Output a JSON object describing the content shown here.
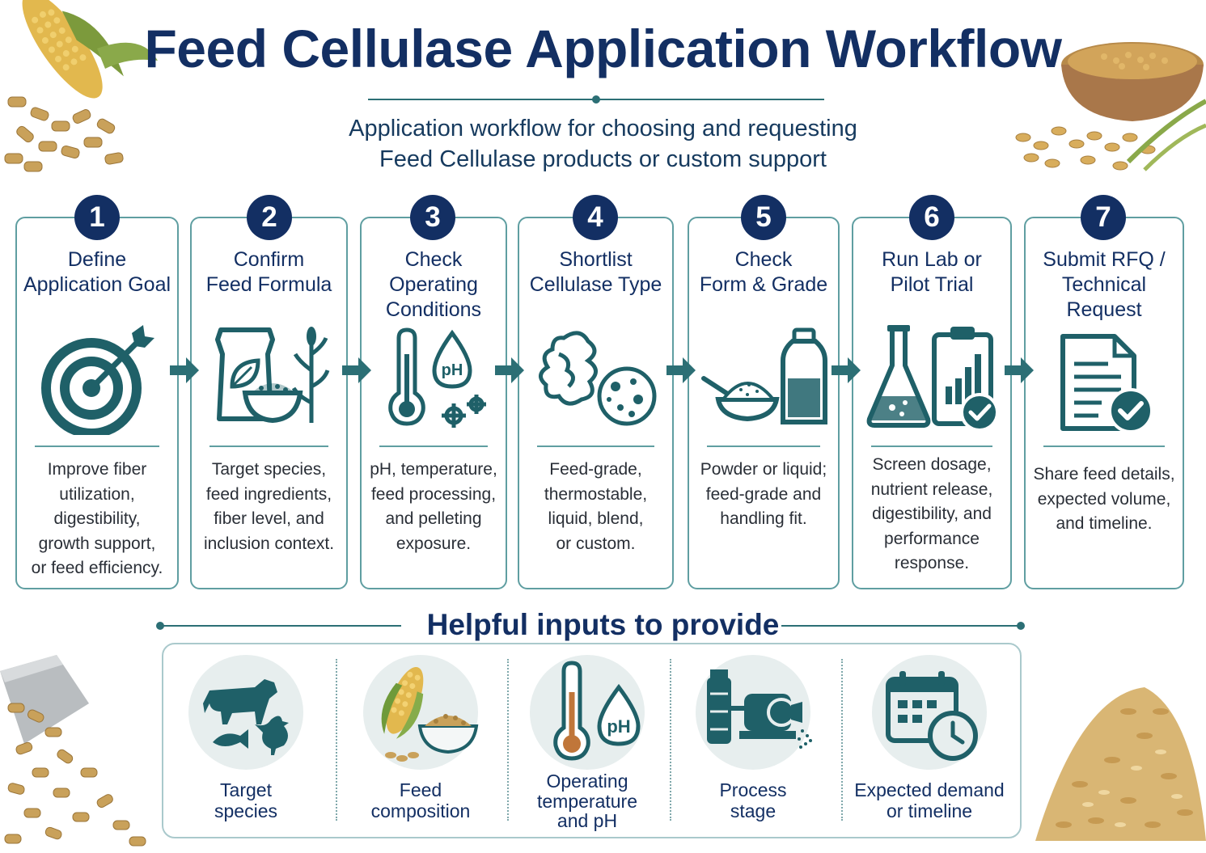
{
  "title": "Feed Cellulase Application Workflow",
  "subtitle": {
    "line1": "Application workflow for choosing and requesting",
    "line2": "Feed Cellulase products or custom support"
  },
  "steps": [
    {
      "number": "1",
      "title_lines": [
        "Define",
        "Application Goal"
      ],
      "icon": "target-icon",
      "desc_lines": [
        "Improve fiber",
        "utilization,",
        "digestibility,",
        "growth support,",
        "or feed efficiency."
      ]
    },
    {
      "number": "2",
      "title_lines": [
        "Confirm",
        "Feed Formula"
      ],
      "icon": "feed-bag-icon",
      "desc_lines": [
        "Target species,",
        "feed ingredients,",
        "fiber level, and",
        "inclusion context."
      ]
    },
    {
      "number": "3",
      "title_lines": [
        "Check",
        "Operating",
        "Conditions"
      ],
      "icon": "thermometer-ph-icon",
      "desc_lines": [
        "pH, temperature,",
        "feed processing,",
        "and pelleting",
        "exposure."
      ]
    },
    {
      "number": "4",
      "title_lines": [
        "Shortlist",
        "Cellulase Type"
      ],
      "icon": "enzyme-icon",
      "desc_lines": [
        "Feed-grade,",
        "thermostable,",
        "liquid, blend,",
        "or custom."
      ]
    },
    {
      "number": "5",
      "title_lines": [
        "Check",
        "Form & Grade"
      ],
      "icon": "powder-liquid-icon",
      "desc_lines": [
        "Powder or liquid;",
        "feed-grade and",
        "handling fit."
      ]
    },
    {
      "number": "6",
      "title_lines": [
        "Run Lab or",
        "Pilot Trial"
      ],
      "icon": "lab-trial-icon",
      "desc_lines": [
        "Screen dosage,",
        "nutrient release,",
        "digestibility, and",
        "performance",
        "response."
      ]
    },
    {
      "number": "7",
      "title_lines": [
        "Submit RFQ /",
        "Technical",
        "Request"
      ],
      "icon": "document-check-icon",
      "desc_lines": [
        "Share feed details,",
        "expected volume,",
        "and timeline."
      ]
    }
  ],
  "inputs_heading": "Helpful inputs to provide",
  "inputs": [
    {
      "icon": "livestock-icon",
      "label_lines": [
        "Target",
        "species"
      ]
    },
    {
      "icon": "corn-feed-icon",
      "label_lines": [
        "Feed",
        "composition"
      ]
    },
    {
      "icon": "thermometer-ph-icon",
      "label_lines": [
        "Operating",
        "temperature",
        "and pH"
      ]
    },
    {
      "icon": "process-equipment-icon",
      "label_lines": [
        "Process",
        "stage"
      ]
    },
    {
      "icon": "calendar-clock-icon",
      "label_lines": [
        "Expected demand",
        "or timeline"
      ]
    }
  ],
  "colors": {
    "navy": "#132f63",
    "teal": "#2c6f75",
    "card_border": "#5f9ea1",
    "grain": "#c9a15a"
  }
}
